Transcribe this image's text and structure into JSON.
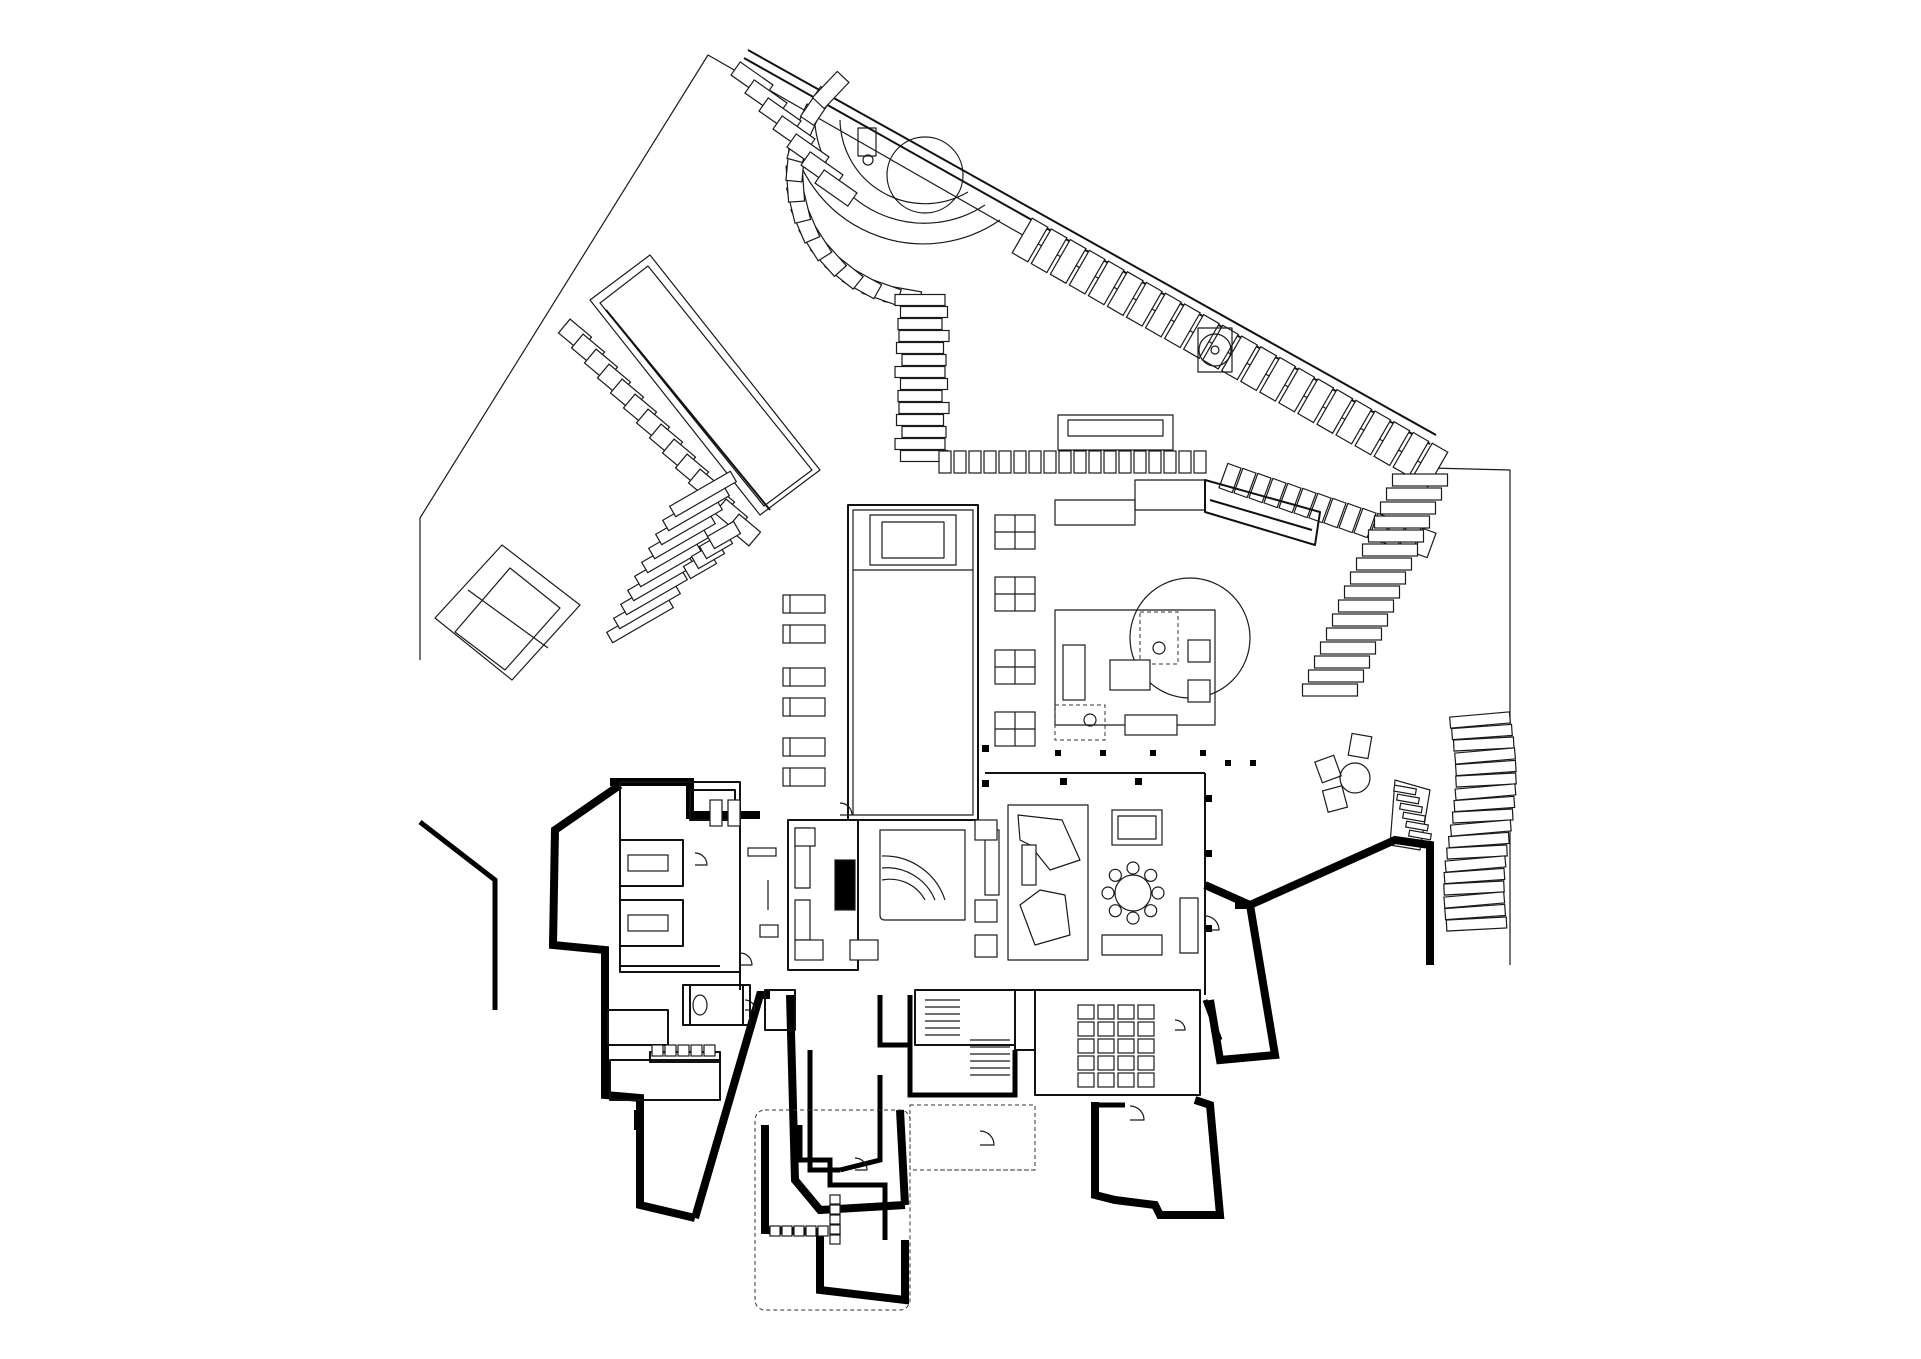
{
  "drawing": {
    "kind": "architectural-floor-plan",
    "colors": {
      "line": "#1a1a1a",
      "wall": "#000000",
      "background": "#ffffff"
    },
    "zones": [
      "courtyard-boundary",
      "amphitheater-garden",
      "pool",
      "pool-deck-loungers",
      "outdoor-lounge-pavilion",
      "interior-lounge",
      "spa-gym-wing",
      "service-stair-core",
      "back-of-house-block"
    ]
  }
}
